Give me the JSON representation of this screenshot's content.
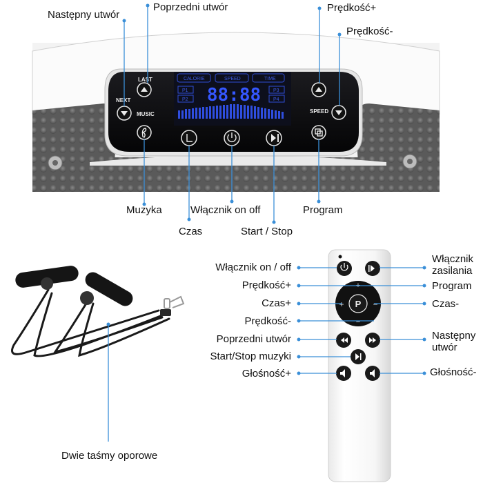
{
  "platform": {
    "display": {
      "calorie_label": "CALORIE",
      "speed_label": "SPEED",
      "time_label": "TIME",
      "p1": "P1",
      "p2": "P2",
      "p3": "P3",
      "p4": "P4",
      "digits": "88:88"
    },
    "buttons": {
      "last": "LAST",
      "next": "NEXT",
      "music": "MUSIC",
      "speed": "SPEED"
    },
    "labels": {
      "nastepny_utwor": "Następny utwór",
      "poprzedni_utwor": "Poprzedni utwór",
      "predkosc_plus": "Prędkość+",
      "predkosc_minus": "Prędkość-",
      "muzyka": "Muzyka",
      "wlacznik": "Włącznik on off",
      "program": "Program",
      "czas": "Czas",
      "start_stop": "Start / Stop"
    }
  },
  "bands": {
    "label": "Dwie taśmy oporowe"
  },
  "remote": {
    "labels_left": {
      "wlacznik": "Włącznik on / off",
      "predkosc_plus": "Prędkość+",
      "czas_plus": "Czas+",
      "predkosc_minus": "Prędkość-",
      "poprzedni_utwor": "Poprzedni utwór",
      "start_stop_muzyki": "Start/Stop muzyki",
      "glosnosc_plus": "Głośność+"
    },
    "labels_right": {
      "wlacznik_zasilania_1": "Włącznik",
      "wlacznik_zasilania_2": "zasilania",
      "program": "Program",
      "czas_minus": "Czas-",
      "nastepny_1": "Następny",
      "nastepny_2": "utwór",
      "glosnosc_minus": "Głośność-"
    },
    "wheel": {
      "plus": "+",
      "minus": "−",
      "up": "+",
      "down": "−"
    }
  },
  "colors": {
    "accent": "#3a8fd8",
    "panel": "#0b0b0d",
    "display_blue": "#3557ff",
    "platform_grey": "#606060"
  }
}
